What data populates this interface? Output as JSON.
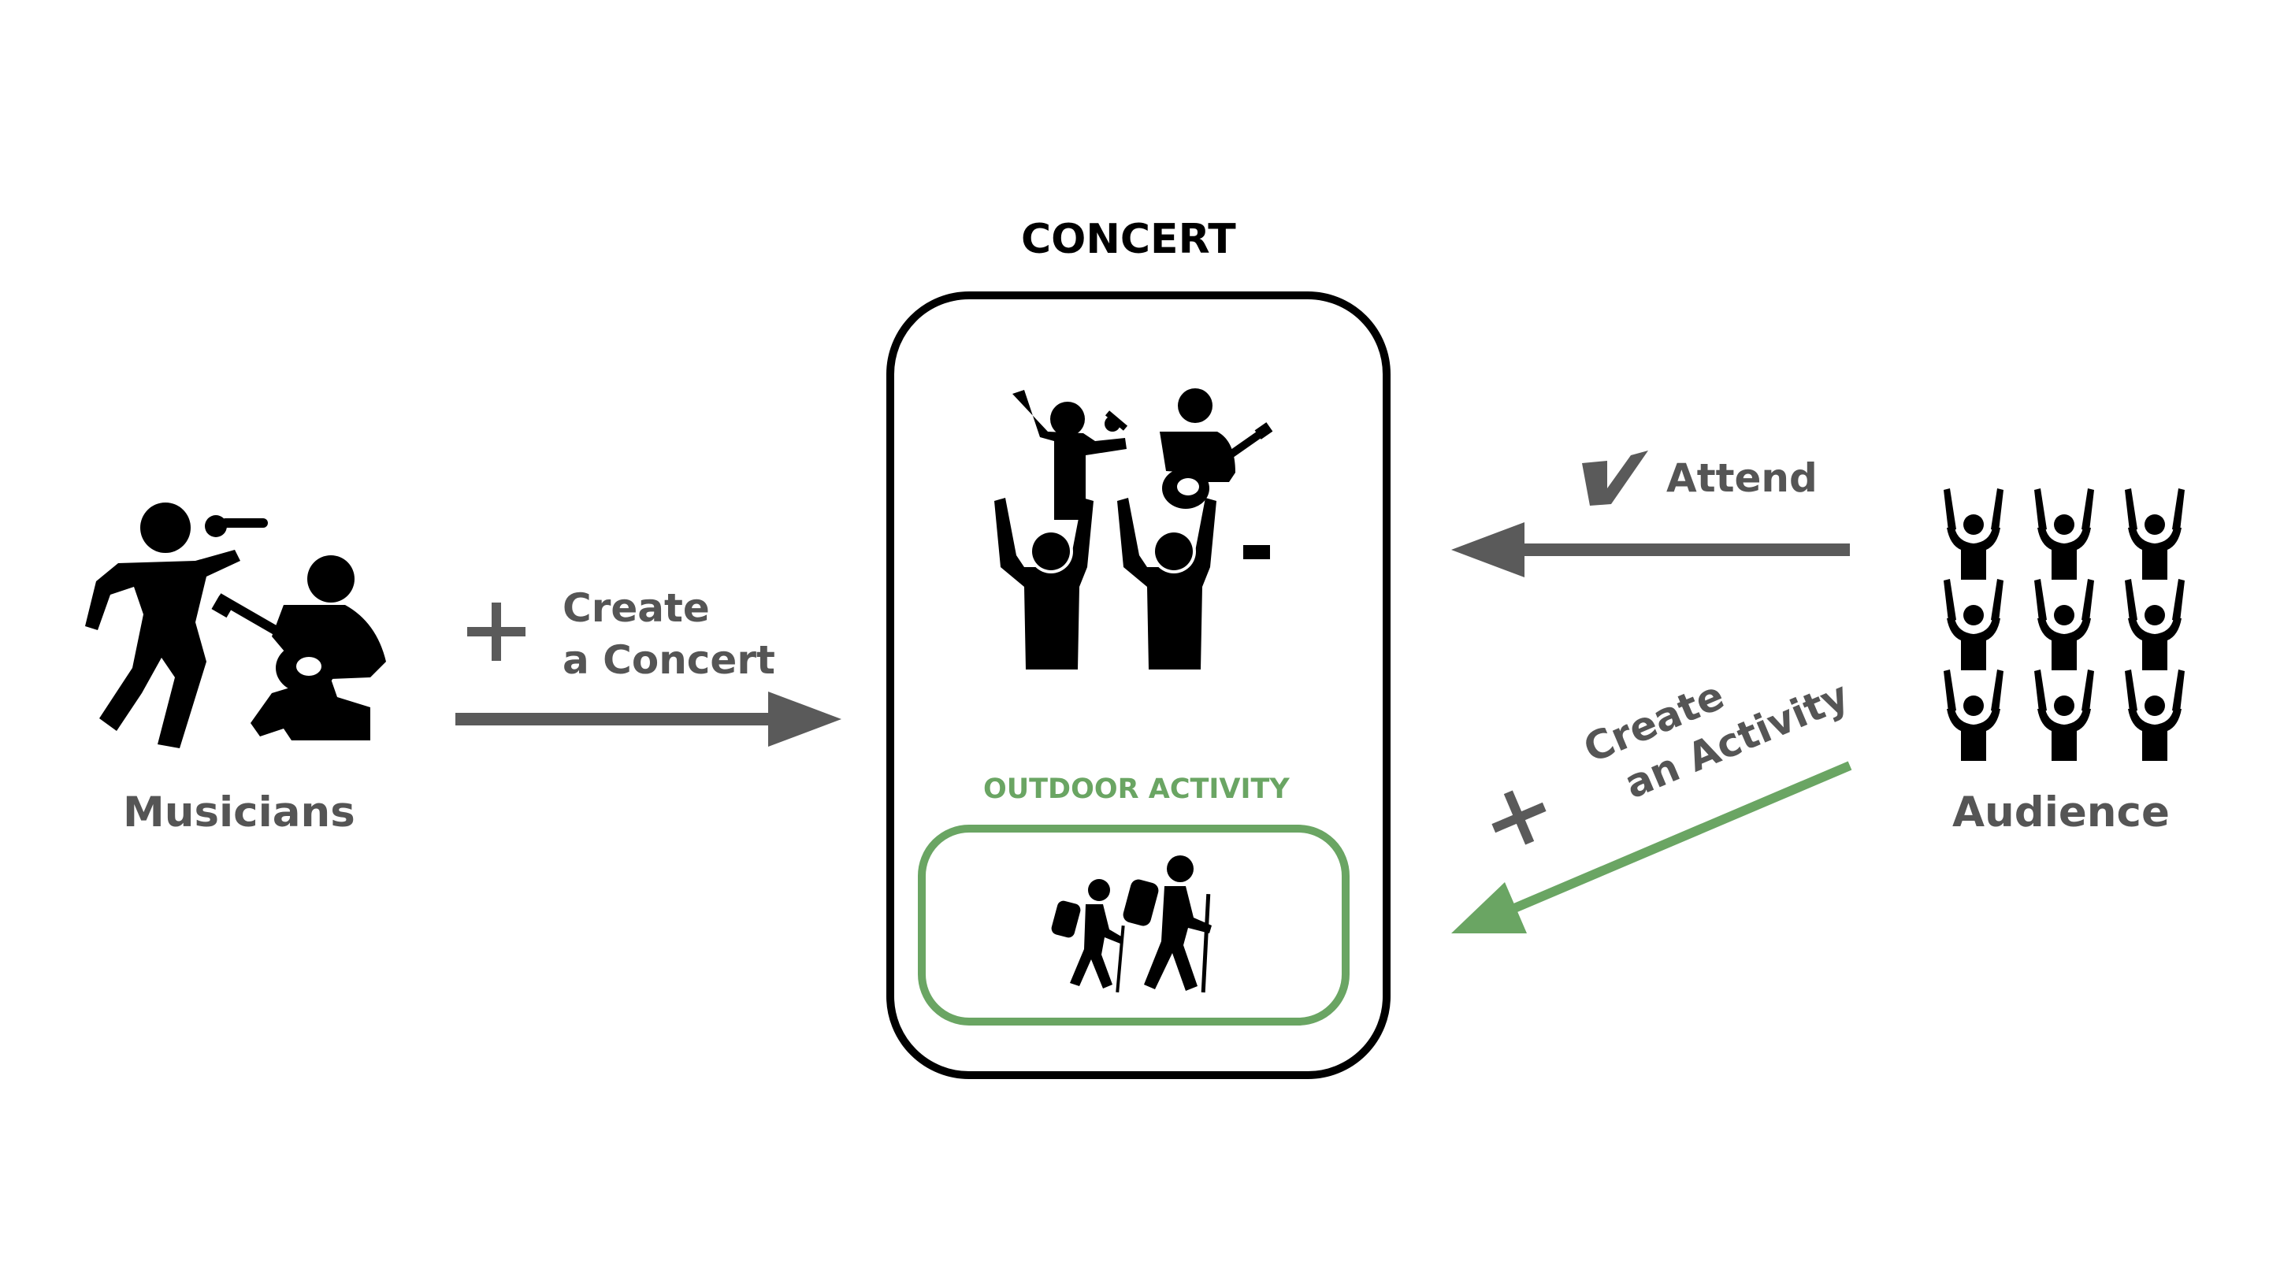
{
  "concert": {
    "title": "CONCERT",
    "outdoor_activity_label": "OUTDOOR ACTIVITY"
  },
  "musicians": {
    "label": "Musicians"
  },
  "audience": {
    "label": "Audience"
  },
  "create_concert": {
    "line1": "Create",
    "line2": "a Concert"
  },
  "attend": {
    "label": "Attend"
  },
  "create_activity": {
    "line1": "Create",
    "line2": "an Activity"
  },
  "colors": {
    "text_gray": "#555555",
    "arrow_gray": "#5a5a5a",
    "green": "#6aa563",
    "black": "#000000"
  },
  "icons": {
    "musicians": "musicians-icon",
    "concert_band": "concert-band-icon",
    "hikers": "hikers-icon",
    "audience": "audience-crowd-icon",
    "plus": "plus-icon",
    "check": "check-icon"
  }
}
